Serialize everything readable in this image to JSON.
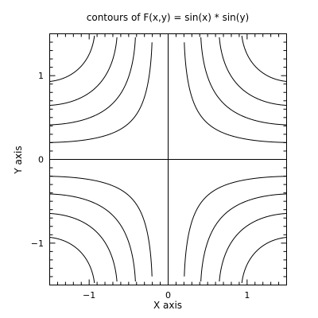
{
  "chart_data": {
    "type": "contour",
    "title": "contours of F(x,y) = sin(x) * sin(y)",
    "function": "sin(x) * sin(y)",
    "xlabel": "X axis",
    "ylabel": "Y axis",
    "xlim": [
      -1.5,
      1.5
    ],
    "ylim": [
      -1.5,
      1.5
    ],
    "xticks": [
      {
        "value": -1,
        "label": "−1"
      },
      {
        "value": 0,
        "label": "0"
      },
      {
        "value": 1,
        "label": "1"
      }
    ],
    "yticks": [
      {
        "value": -1,
        "label": "−1"
      },
      {
        "value": 0,
        "label": "0"
      },
      {
        "value": 1,
        "label": "1"
      }
    ],
    "minor_tick_step": 0.1,
    "contour_levels": [
      -0.8,
      -0.6,
      -0.4,
      -0.2,
      0,
      0.2,
      0.4,
      0.6,
      0.8
    ],
    "grid": false,
    "colors": {
      "line": "#000000",
      "background": "#ffffff"
    }
  }
}
